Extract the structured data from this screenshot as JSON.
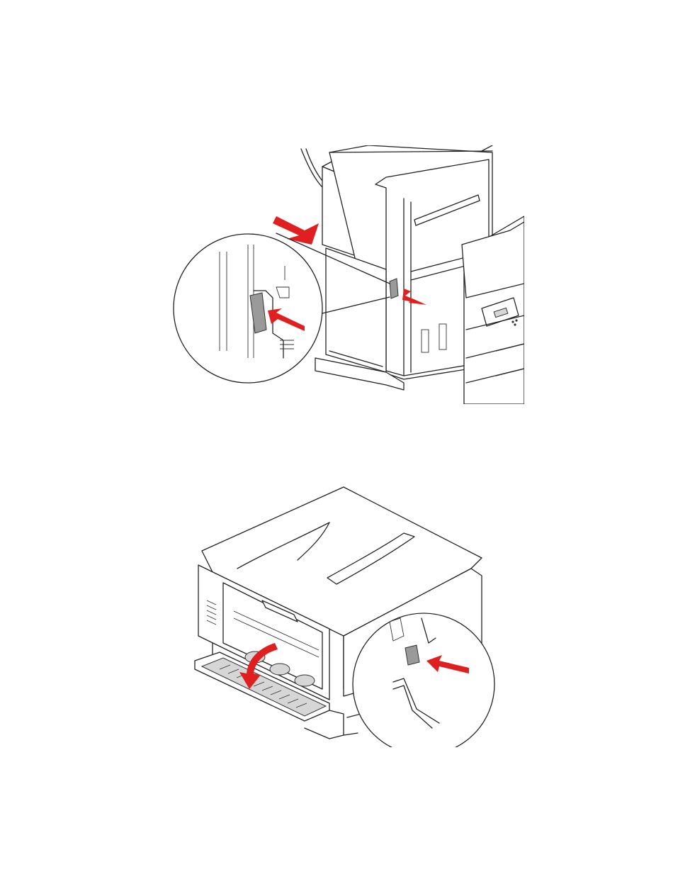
{
  "document": {
    "figures": [
      {
        "id": "figure-1",
        "subject": "printer-side-door-latch",
        "accent_color": "#e02020"
      },
      {
        "id": "figure-2",
        "subject": "printer-rear-cover-release",
        "accent_color": "#e02020"
      }
    ]
  }
}
